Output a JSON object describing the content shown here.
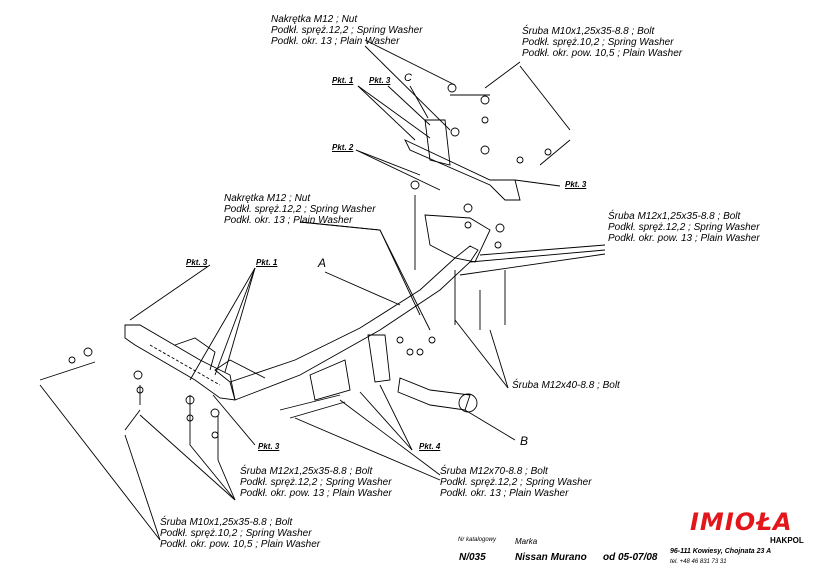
{
  "labels": {
    "top_center": [
      "Nakrętka  M12 ; Nut",
      "Podkł. spręż.12,2 ; Spring Washer",
      "Podkł. okr. 13 ; Plain Washer"
    ],
    "top_right": [
      "Śruba M10x1,25x35-8.8 ;  Bolt",
      "Podkł. spręż.10,2 ; Spring Washer",
      "Podkł. okr. pow. 10,5 ; Plain Washer"
    ],
    "mid_left": [
      "Nakrętka  M12 ; Nut",
      "Podkł. spręż.12,2 ; Spring Washer",
      "Podkł. okr. 13 ; Plain Washer"
    ],
    "mid_right": [
      "Śruba M12x1,25x35-8.8 ;  Bolt",
      "Podkł. spręż.12,2 ; Spring Washer",
      "Podkł. okr. pow. 13 ; Plain Washer"
    ],
    "bolt_m12x40": "Śruba M12x40-8.8 ;  Bolt",
    "bottom_center_left": [
      "Śruba M12x1,25x35-8.8 ;  Bolt",
      "Podkł. spręż.12,2 ; Spring Washer",
      "Podkł. okr. pow. 13 ; Plain Washer"
    ],
    "bottom_center_right": [
      "Śruba M12x70-8.8 ;  Bolt",
      "Podkł. spręż.12,2 ; Spring Washer",
      "Podkł. okr. 13 ; Plain Washer"
    ],
    "bottom_left": [
      "Śruba M10x1,25x35-8.8 ;  Bolt",
      "Podkł. spręż.10,2 ; Spring Washer",
      "Podkł. okr. pow. 10,5 ; Plain Washer"
    ]
  },
  "points": {
    "pkt1": "Pkt. 1",
    "pkt2": "Pkt. 2",
    "pkt3": "Pkt. 3",
    "pkt4": "Pkt. 4",
    "a": "A",
    "b": "B",
    "c": "C"
  },
  "footer": {
    "catalog_label": "Nr katalogowy",
    "catalog_value": "N/035",
    "brand_label": "Marka",
    "brand_value": "Nissan Murano",
    "date_value": "od 05-07/08",
    "logo": "IMIOŁA",
    "logo_sub": "HAKPOL",
    "address": "96-111 Kowiesy, Chojnata 23 A",
    "phone": "tel. +48 46 831 73 31"
  },
  "colors": {
    "logo": "#e3161b",
    "line": "#000000"
  }
}
